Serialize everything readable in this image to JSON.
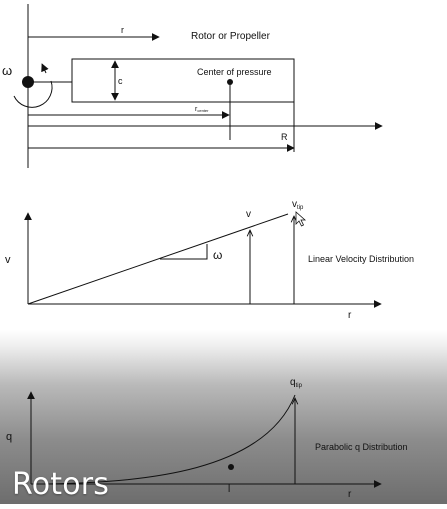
{
  "rotor_sketch": {
    "r_label": "r",
    "title": "Rotor or Propeller",
    "omega_label": "ω",
    "c_label": "c",
    "cp_label": "Center of pressure",
    "r_center_label": "r",
    "r_center_sub": "center",
    "R_label": "R"
  },
  "velocity_plot": {
    "y_label": "v",
    "x_label": "r",
    "v_label": "v",
    "v_tip_label": "v",
    "v_tip_sub": "tip",
    "slope_label": "ω",
    "caption": "Linear Velocity Distribution"
  },
  "q_plot": {
    "y_label": "q",
    "x_label": "r",
    "q_tip_label": "q",
    "q_tip_sub": "tip",
    "mark_label": "l",
    "caption": "Parabolic q Distribution"
  },
  "slide_caption": "Rotors",
  "colors": {
    "ink": "#111111",
    "caption_text": "#ffffff"
  }
}
